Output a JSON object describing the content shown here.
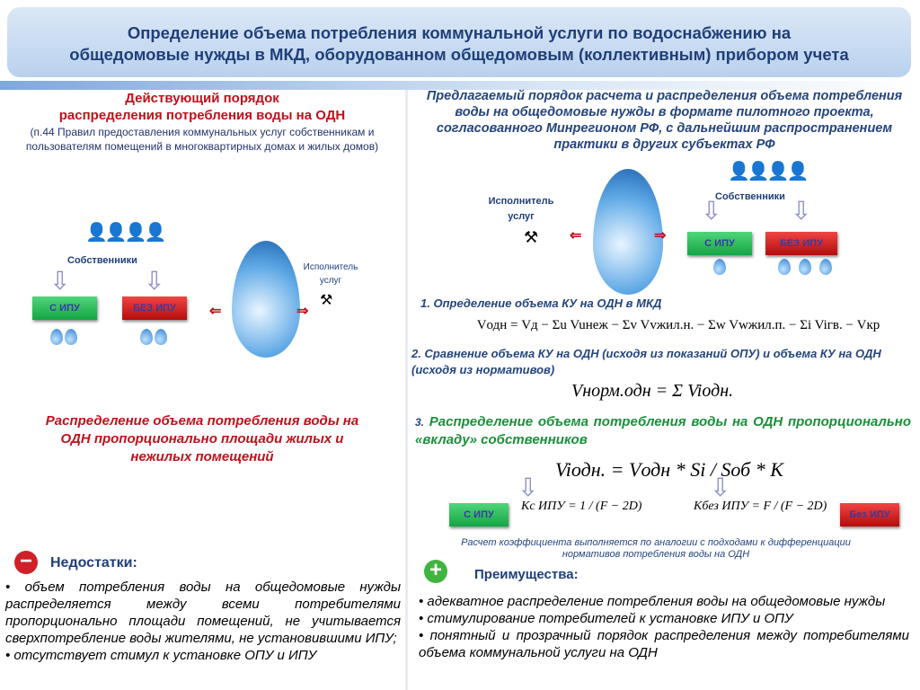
{
  "header": {
    "title_line1": "Определение объема потребления коммунальной услуги по водоснабжению на",
    "title_line2": "общедомовые нужды в МКД, оборудованном общедомовым (коллективным) прибором учета"
  },
  "left": {
    "title_line1": "Действующий порядок",
    "title_line2": "распределения потребления воды на ОДН",
    "subtitle": "(п.44 Правил предоставления коммунальных услуг собственникам и пользователям помещений в многоквартирных домах и жилых домов)",
    "owners": "Собственники",
    "executor": "Исполнитель услуг",
    "btn_with": "С ИПУ",
    "btn_without": "БЕЗ ИПУ",
    "distribution": "Распределение объема потребления воды на ОДН пропорционально площади жилых и нежилых помещений",
    "drawbacks_title": "Недостатки:",
    "drawbacks": [
      "• объем потребления воды на общедомовые нужды распределяется между всеми потребителями пропорционально площади помещений, не учитывается сверхпотребление воды жителями, не установившими ИПУ;",
      "• отсутствует стимул к установке ОПУ и ИПУ"
    ]
  },
  "right": {
    "title": "Предлагаемый порядок расчета и распределения объема потребления воды на общедомовые нужды в формате пилотного проекта, согласованного Минрегионом РФ, с дальнейшим распространением практики в других субъектах РФ",
    "executor": "Исполнитель услуг",
    "owners": "Собственники",
    "btn_with": "С ИПУ",
    "btn_without": "БЕЗ ИПУ",
    "step1": "1. Определение объема КУ на ОДН в МКД",
    "formula1": "Vодн = Vд − Σu Vuнеж − Σv Vvжил.н. − Σw Vwжил.п. − Σi Viгв. − Vкр",
    "step2": "2. Сравнение объема КУ на ОДН (исходя из показаний ОПУ) и объема КУ на ОДН (исходя из нормативов)",
    "formula2": "Vнорм.одн = Σ Viодн.",
    "step3_num": "3.",
    "step3": "Распределение объема потребления воды на ОДН пропорционально «вкладу» собственников",
    "formula3": "Viодн. = Vодн * Si / Sоб * K",
    "k_with": "Kс ИПУ = 1 / (F − 2D)",
    "k_without": "Kбез ИПУ = F / (F − 2D)",
    "btn_with2": "С ИПУ",
    "btn_without2": "Без ИПУ",
    "note": "Расчет коэффициента выполняется по аналогии с подходами к дифференциации нормативов потребления воды на ОДН",
    "adv_title": "Преимущества:",
    "advantages": [
      "• адекватное распределение потребления воды на общедомовые нужды",
      "• стимулирование потребителей к установке ИПУ и ОПУ",
      "• понятный и прозрачный порядок распределения между потребителями объема коммунальной услуги на ОДН"
    ]
  }
}
